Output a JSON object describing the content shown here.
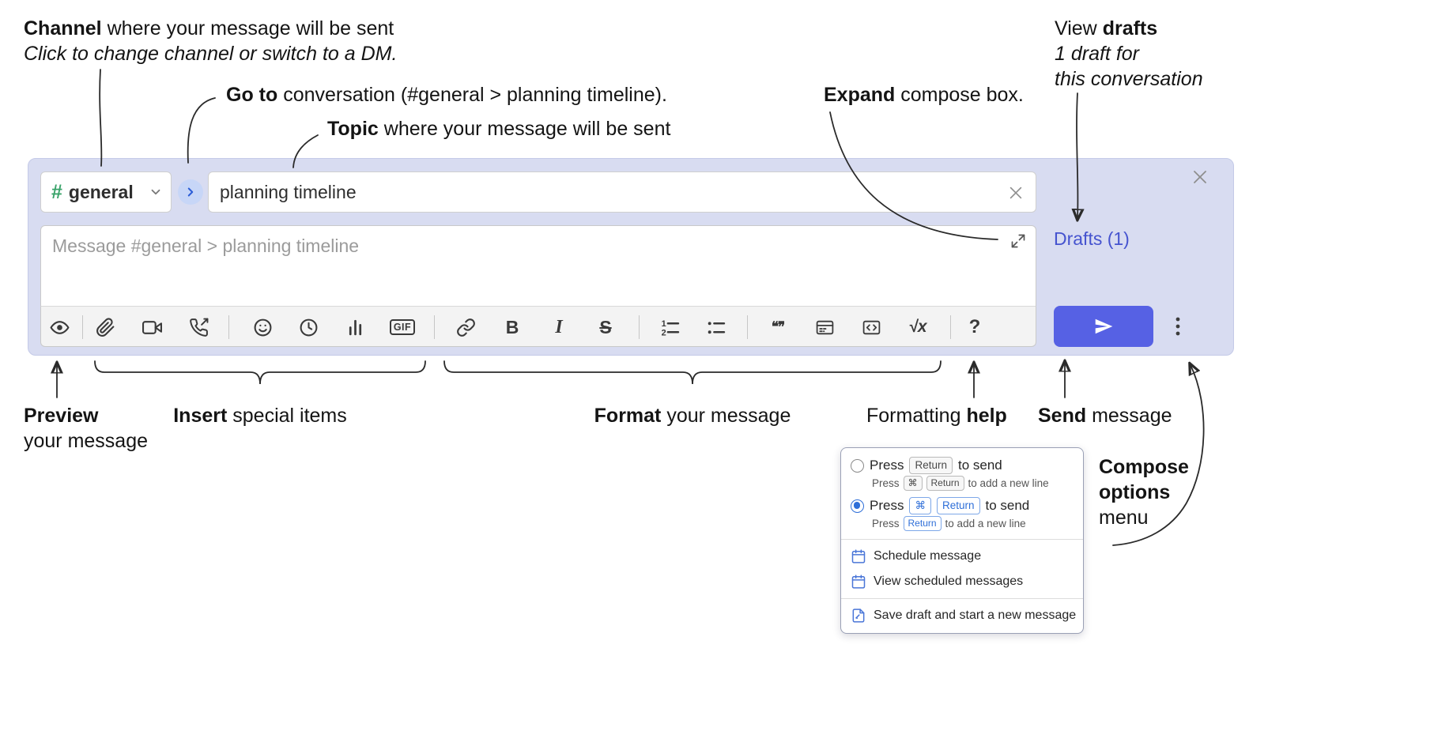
{
  "annotations": {
    "channel": {
      "bold": "Channel",
      "rest": " where your message will be sent",
      "subtitle": "Click to change channel or switch to a DM."
    },
    "go_to": {
      "bold": "Go to",
      "rest": " conversation (#general > planning timeline)."
    },
    "topic": {
      "bold": "Topic",
      "rest": " where your message will be sent"
    },
    "expand": {
      "bold": "Expand",
      "rest": " compose box."
    },
    "view_drafts": {
      "pre": "View ",
      "bold": "drafts",
      "line2": "1 draft for",
      "line3": "this conversation"
    },
    "preview": {
      "bold": "Preview",
      "line2": "your message"
    },
    "insert": {
      "bold": "Insert",
      "rest": " special items"
    },
    "format": {
      "bold": "Format",
      "rest": " your message"
    },
    "formatting_help": {
      "pre": "Formatting ",
      "bold": "help"
    },
    "send": {
      "bold": "Send",
      "rest": " message"
    },
    "compose_options": {
      "bold_line1": "Compose",
      "bold_line2": "options",
      "line3": "menu"
    }
  },
  "compose": {
    "channel": {
      "hash": "#",
      "name": "general"
    },
    "topic_value": "planning timeline",
    "message_placeholder": "Message #general > planning timeline",
    "drafts_link": "Drafts (1)",
    "toolbar": {
      "gif": "GIF",
      "bold": "B",
      "italic": "I",
      "strike": "S",
      "math": "√x",
      "quote": "❝❞",
      "help": "?",
      "ol1": "1",
      "ol2": "2",
      "icon_names": "preview, attach-file, video-call, audio-call, emoji, time, poll, gif, link, bold, italic, strikethrough, numbered-list, bulleted-list, quote, spoiler, code, math, help"
    }
  },
  "options_menu": {
    "enter_sends": {
      "press": "Press",
      "key_return": "Return",
      "suffix": "to send",
      "sub": {
        "press": "Press",
        "key_cmd": "⌘",
        "key_return": "Return",
        "suffix": "to add a new line"
      }
    },
    "cmd_enter_sends": {
      "press": "Press",
      "key_cmd": "⌘",
      "key_return": "Return",
      "suffix": "to send",
      "sub": {
        "press": "Press",
        "key_return": "Return",
        "suffix": "to add a new line"
      }
    },
    "schedule": "Schedule message",
    "view_scheduled": "View scheduled messages",
    "save_draft": "Save draft and start a new message"
  },
  "colors": {
    "compose_bg": "#d8dcf1",
    "send_button": "#5661e4",
    "drafts_link": "#4553cf",
    "hash_green": "#3aa36a",
    "goto_circle": "#c7d6f7",
    "key_blue": "#2f6fd8"
  }
}
